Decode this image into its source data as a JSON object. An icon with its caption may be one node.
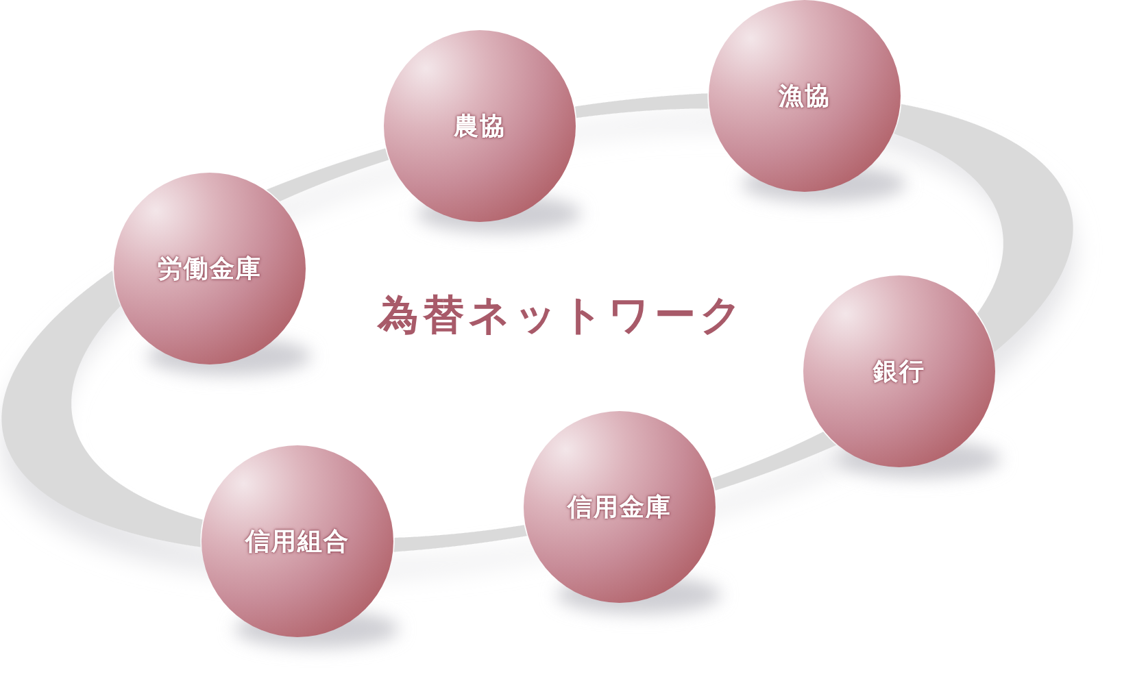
{
  "diagram": {
    "title": "為替ネットワーク",
    "nodes": [
      {
        "text": [
          "農協"
        ]
      },
      {
        "text": [
          "漁協"
        ]
      },
      {
        "text": [
          "労働金庫"
        ]
      },
      {
        "text": [
          "銀行"
        ]
      },
      {
        "text": [
          "信用金庫"
        ]
      },
      {
        "text": [
          "信用組合"
        ]
      }
    ],
    "edges": [
      {
        "from": 2,
        "to": 0,
        "arrow": "none"
      },
      {
        "from": 0,
        "to": 1,
        "arrow": "none"
      },
      {
        "from": 1,
        "to": 3,
        "arrow": "none"
      },
      {
        "from": 3,
        "to": 4,
        "arrow": "none"
      },
      {
        "from": 4,
        "to": 5,
        "arrow": "none"
      },
      {
        "from": 5,
        "to": 2,
        "arrow": "none"
      }
    ]
  }
}
